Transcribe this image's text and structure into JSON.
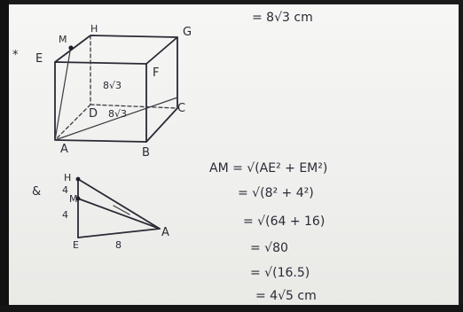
{
  "cube": {
    "vertices": {
      "E": "E",
      "M": "M",
      "H": "H",
      "G": "G",
      "F": "F",
      "A": "A",
      "B": "B",
      "C": "C",
      "D": "D"
    },
    "mark_star": "*",
    "face_diag_upper": "8√3",
    "face_diag_lower": "8√3"
  },
  "triangle": {
    "bullet": "&",
    "H": "H",
    "M": "M",
    "E": "E",
    "A": "A",
    "side_upper": "4",
    "side_left": "4",
    "side_base": "8"
  },
  "top_result": "= 8√3 cm",
  "working": {
    "line1": "AM = √(AE² + EM²)",
    "line2": "= √(8² + 4²)",
    "line3": "= √(64 + 16)",
    "line4": "= √80",
    "line5": "= √(16.5)",
    "line6": "= 4√5 cm"
  }
}
